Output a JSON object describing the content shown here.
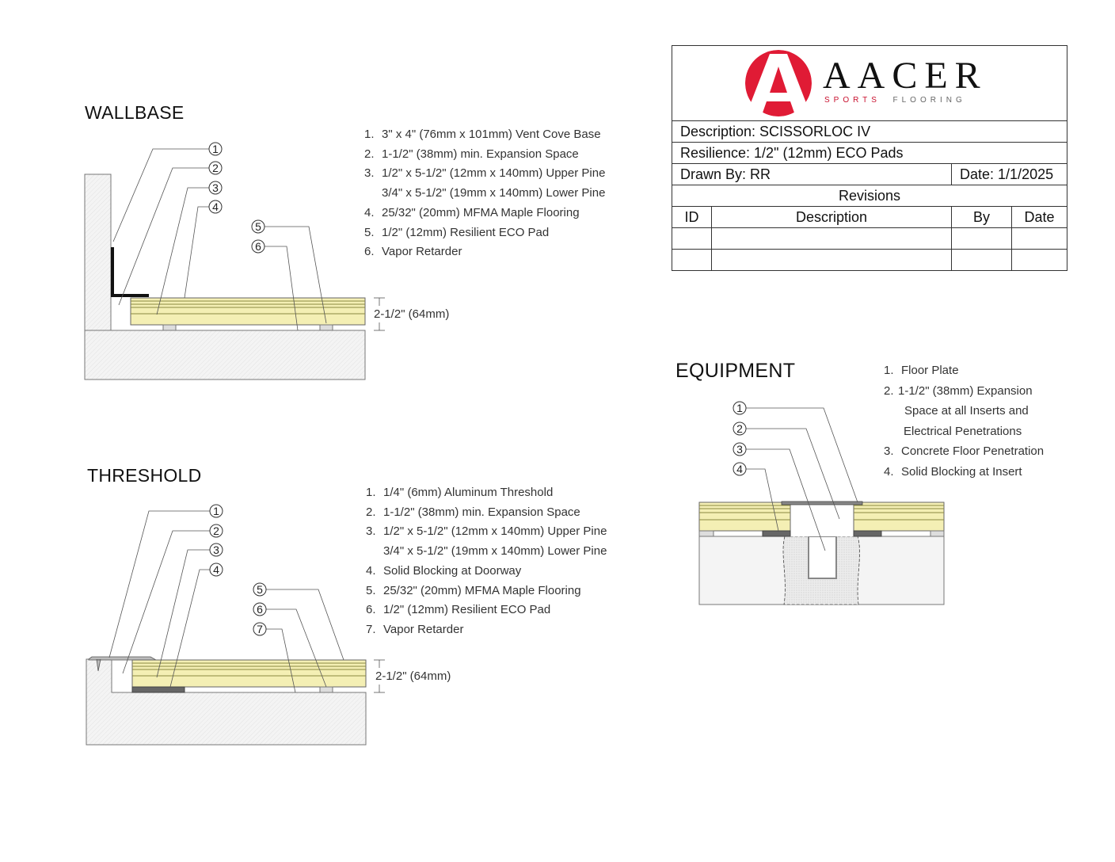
{
  "wallbase": {
    "title": "WALLBASE",
    "callouts": [
      "1",
      "2",
      "3",
      "4",
      "5",
      "6"
    ],
    "legend": [
      {
        "num": "1.",
        "text": "3\" x 4\" (76mm x 101mm) Vent Cove Base"
      },
      {
        "num": "2.",
        "text": "1-1/2\" (38mm) min. Expansion Space"
      },
      {
        "num": "3.",
        "text": "1/2\" x 5-1/2\" (12mm x 140mm) Upper Pine"
      },
      {
        "num": "",
        "text": "3/4\" x 5-1/2\" (19mm x 140mm) Lower Pine"
      },
      {
        "num": "4.",
        "text": "25/32\" (20mm) MFMA Maple Flooring"
      },
      {
        "num": "5.",
        "text": "1/2\" (12mm) Resilient ECO Pad"
      },
      {
        "num": "6.",
        "text": "Vapor Retarder"
      }
    ],
    "dimension": "2-1/2\" (64mm)"
  },
  "threshold": {
    "title": "THRESHOLD",
    "callouts": [
      "1",
      "2",
      "3",
      "4",
      "5",
      "6",
      "7"
    ],
    "legend": [
      {
        "num": "1.",
        "text": "1/4\" (6mm) Aluminum Threshold"
      },
      {
        "num": "2.",
        "text": "1-1/2\" (38mm) min. Expansion Space"
      },
      {
        "num": "3.",
        "text": "1/2\" x 5-1/2\" (12mm x 140mm) Upper Pine"
      },
      {
        "num": "",
        "text": "3/4\" x 5-1/2\" (19mm x 140mm) Lower Pine"
      },
      {
        "num": "4.",
        "text": "Solid Blocking at Doorway"
      },
      {
        "num": "5.",
        "text": "25/32\" (20mm) MFMA Maple Flooring"
      },
      {
        "num": "6.",
        "text": "1/2\" (12mm) Resilient ECO Pad"
      },
      {
        "num": "7.",
        "text": "Vapor Retarder"
      }
    ],
    "dimension": "2-1/2\" (64mm)"
  },
  "equipment": {
    "title": "EQUIPMENT",
    "callouts": [
      "1",
      "2",
      "3",
      "4"
    ],
    "legend": [
      {
        "num": "1.",
        "text": "Floor Plate"
      },
      {
        "num": "2.",
        "text": "1-1/2\" (38mm) Expansion"
      },
      {
        "num": "",
        "text": "Space at all Inserts and"
      },
      {
        "num": "",
        "text": "Electrical Penetrations"
      },
      {
        "num": "3.",
        "text": "Concrete Floor Penetration"
      },
      {
        "num": "4.",
        "text": "Solid Blocking at Insert"
      }
    ]
  },
  "title_block": {
    "logo": {
      "name": "AACER",
      "tagline_a": "SPORTS",
      "tagline_b": "FLOORING",
      "brand_color": "#c8102e"
    },
    "description": "Description: SCISSORLOC IV",
    "resilience": "Resilience: 1/2\" (12mm) ECO Pads",
    "drawn_by": "Drawn By: RR",
    "date": "Date: 1/1/2025",
    "revisions_label": "Revisions",
    "columns": [
      "ID",
      "Description",
      "By",
      "Date"
    ]
  }
}
